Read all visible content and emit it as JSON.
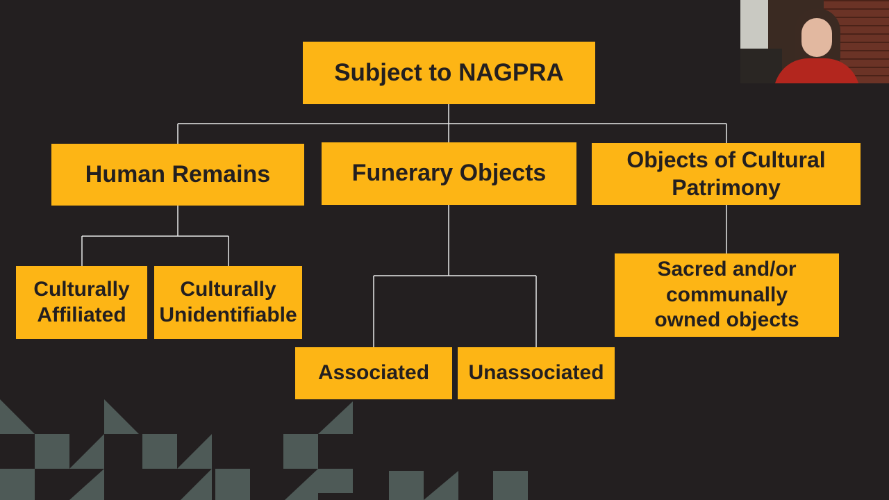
{
  "diagram": {
    "root": {
      "label": "Subject to NAGPRA"
    },
    "categories": [
      {
        "label": "Human Remains",
        "children": [
          "Culturally\nAffiliated",
          "Culturally\nUnidentifiable"
        ]
      },
      {
        "label": "Funerary Objects",
        "children": [
          "Associated",
          "Unassociated"
        ]
      },
      {
        "label": "Objects of Cultural\nPatrimony",
        "children": [
          "Sacred and/or\ncommunally\nowned objects"
        ]
      }
    ]
  },
  "colors": {
    "background": "#231f20",
    "box": "#fdb515",
    "box_text": "#231f20",
    "connector": "#e8e8e8",
    "pattern": "#4e5a57"
  },
  "webcam": {
    "content": "presenter-video"
  }
}
